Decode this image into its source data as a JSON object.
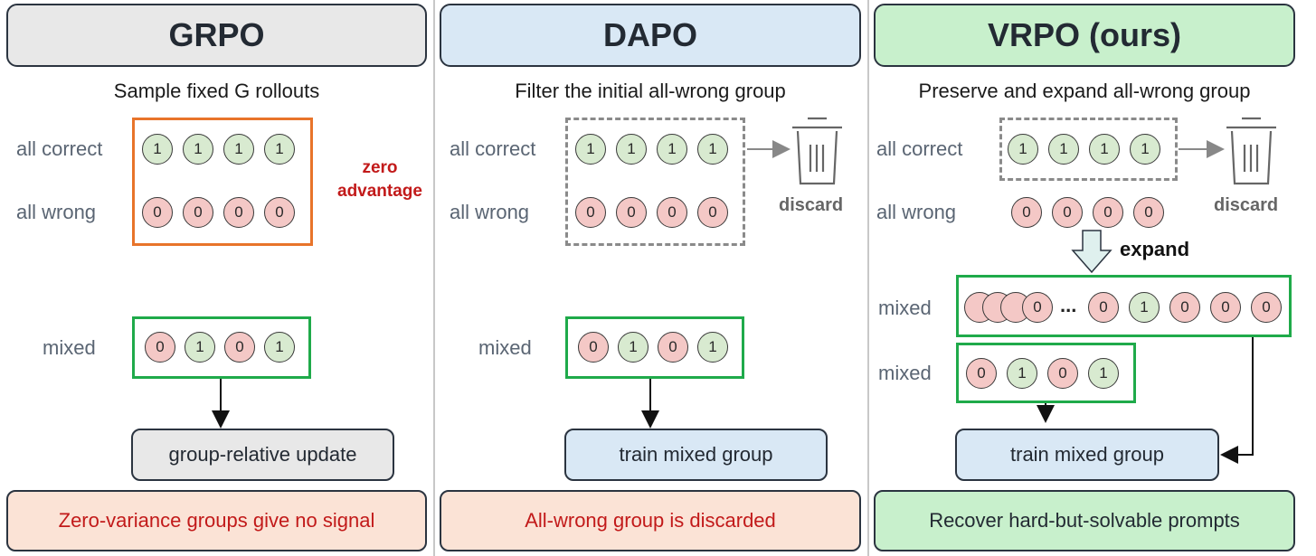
{
  "panels": {
    "grpo": {
      "title": "GRPO",
      "subtitle": "Sample fixed G rollouts",
      "label_all_correct": "all correct",
      "label_all_wrong": "all wrong",
      "label_mixed": "mixed",
      "annotation_line1": "zero",
      "annotation_line2": "advantage",
      "update_label": "group-relative update",
      "footer": "Zero-variance groups give no signal"
    },
    "dapo": {
      "title": "DAPO",
      "subtitle": "Filter the initial all-wrong group",
      "label_all_correct": "all correct",
      "label_all_wrong": "all wrong",
      "label_mixed": "mixed",
      "discard_label": "discard",
      "update_label": "train mixed group",
      "footer": "All-wrong group is discarded"
    },
    "vrpo": {
      "title": "VRPO (ours)",
      "subtitle": "Preserve and expand all-wrong group",
      "label_all_correct": "all correct",
      "label_all_wrong": "all wrong",
      "label_mixed_1": "mixed",
      "label_mixed_2": "mixed",
      "discard_label": "discard",
      "expand_label": "expand",
      "ellipsis": "...",
      "update_label": "train mixed group",
      "footer": "Recover hard-but-solvable prompts"
    }
  },
  "groups": {
    "all_correct": [
      "1",
      "1",
      "1",
      "1"
    ],
    "all_wrong": [
      "0",
      "0",
      "0",
      "0"
    ],
    "mixed": [
      "0",
      "1",
      "0",
      "1"
    ],
    "expanded_tail": [
      "0",
      "1",
      "0",
      "0",
      "0"
    ],
    "expanded_stack_top": "0"
  },
  "colors": {
    "header_grpo": "#e8e8e8",
    "header_dapo": "#d9e8f5",
    "header_vrpo": "#c8f0cc",
    "footer_red_bg": "#fbe3d6",
    "footer_green_bg": "#c8f0cc",
    "footer_red_text": "#c21a1a",
    "footer_dark_text": "#232a33",
    "correct_fill": "#d8ead0",
    "wrong_fill": "#f4c8c6",
    "green_frame": "#1faa4a",
    "orange_frame": "#e8742a"
  }
}
